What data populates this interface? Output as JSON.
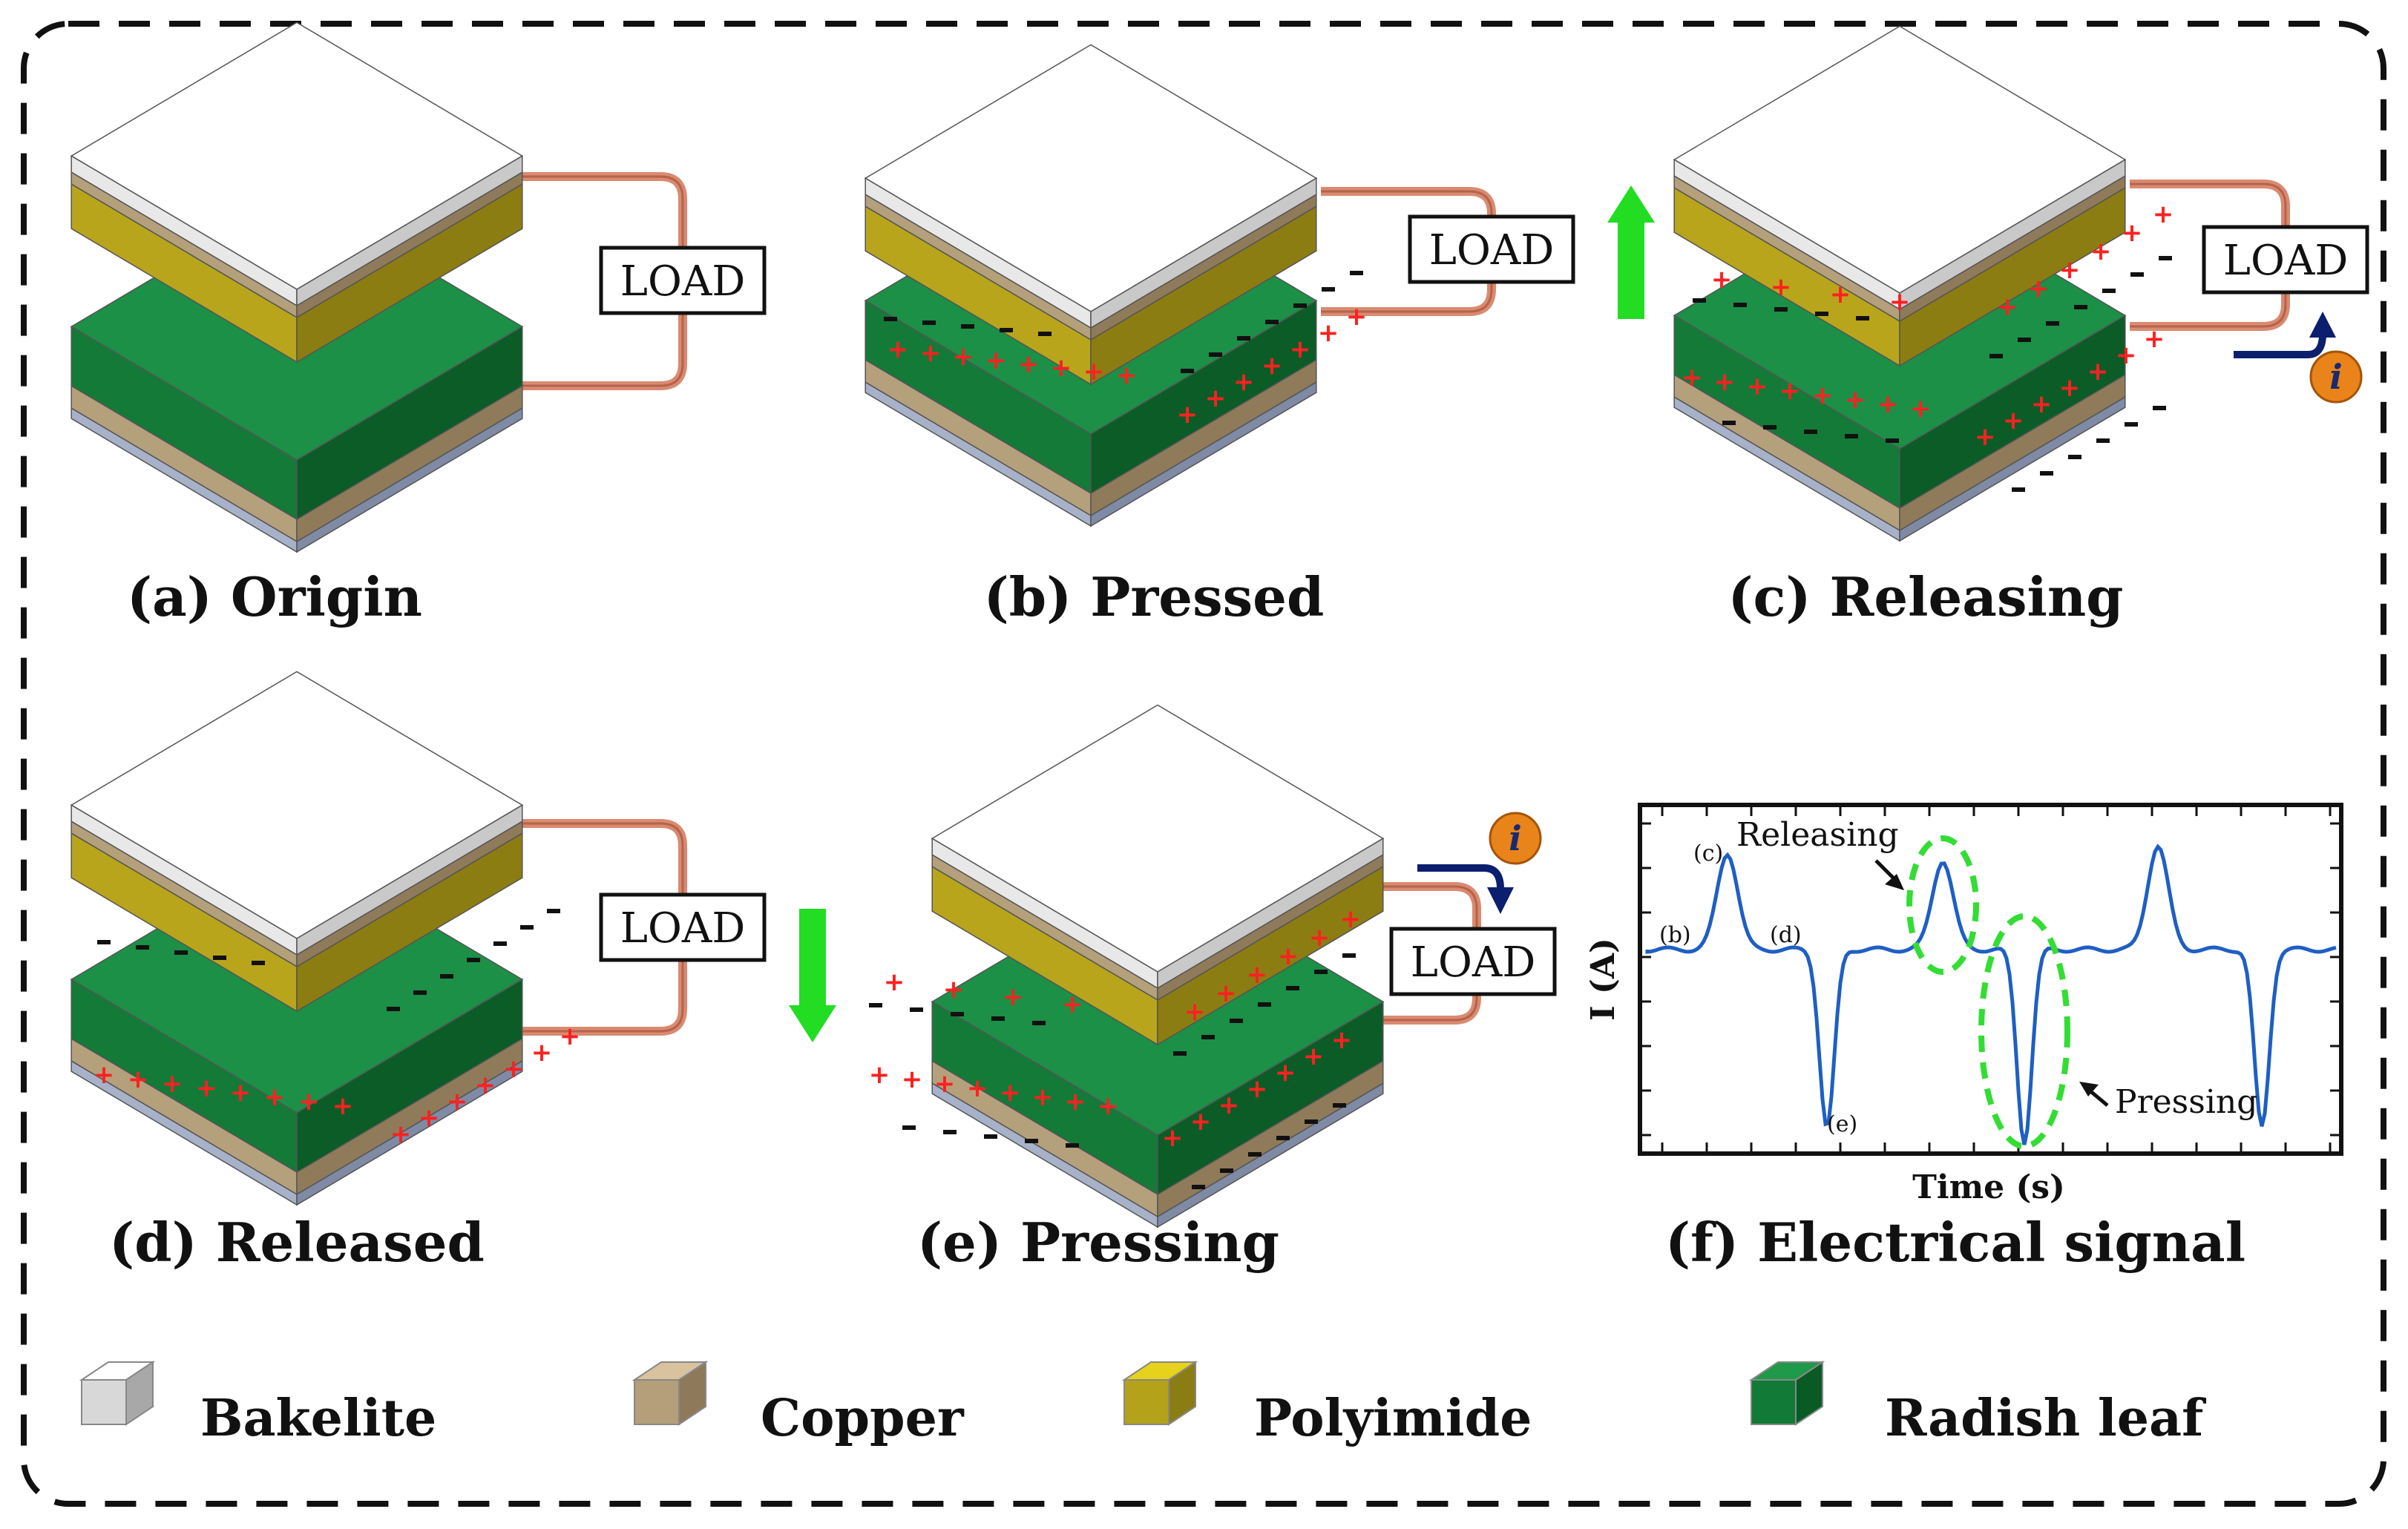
{
  "panels": [
    {
      "id": "a",
      "label": "(a) Origin",
      "state": "origin",
      "load": "LOAD"
    },
    {
      "id": "b",
      "label": "(b) Pressed",
      "state": "pressed",
      "load": "LOAD"
    },
    {
      "id": "c",
      "label": "(c) Releasing",
      "state": "releasing",
      "load": "LOAD",
      "arrow": "up",
      "current_symbol": "i"
    },
    {
      "id": "d",
      "label": "(d) Released",
      "state": "released",
      "load": "LOAD"
    },
    {
      "id": "e",
      "label": "(e) Pressing",
      "state": "pressing",
      "load": "LOAD",
      "arrow": "down",
      "current_symbol": "i"
    }
  ],
  "signal": {
    "label": "(f) Electrical signal",
    "ylabel": "I (A)",
    "xlabel": "Time (s)",
    "annotations": {
      "releasing": "Releasing",
      "pressing": "Pressing",
      "c": "(c)",
      "b": "(b)",
      "d": "(d)",
      "e": "(e)"
    },
    "line_color": "#1f5fc4",
    "highlight_color": "#33dd33"
  },
  "legend": [
    {
      "name": "Bakelite",
      "top": "#ffffff",
      "left": "#d8d8d8",
      "right": "#a8a8a8"
    },
    {
      "name": "Copper",
      "top": "#d9c39f",
      "left": "#b59f7a",
      "right": "#8e7a5a"
    },
    {
      "name": "Polyimide",
      "top": "#e6d21a",
      "left": "#b3a21a",
      "right": "#8a7d14"
    },
    {
      "name": "Radish leaf",
      "top": "#1e9a4a",
      "left": "#117a36",
      "right": "#0a5a26"
    }
  ],
  "colors": {
    "bakelite_top": "#ffffff",
    "bakelite_left": "#e8e8e8",
    "bakelite_right": "#c9c9c9",
    "copper_left": "#b5a07c",
    "copper_right": "#8f7b5a",
    "polyimide_left": "#b8a51c",
    "polyimide_right": "#8c7d12",
    "leaf_top": "#1b9046",
    "leaf_left": "#137a38",
    "leaf_right": "#0b5c27",
    "blue_left": "#a7b2c9",
    "blue_right": "#7f8aa5",
    "wire": "#d98a70",
    "charge_plus": "#ff2020",
    "charge_minus": "#111111",
    "arrow_green": "#22dd22",
    "arrow_navy": "#0b1f6e",
    "i_badge": "#e8841a"
  }
}
